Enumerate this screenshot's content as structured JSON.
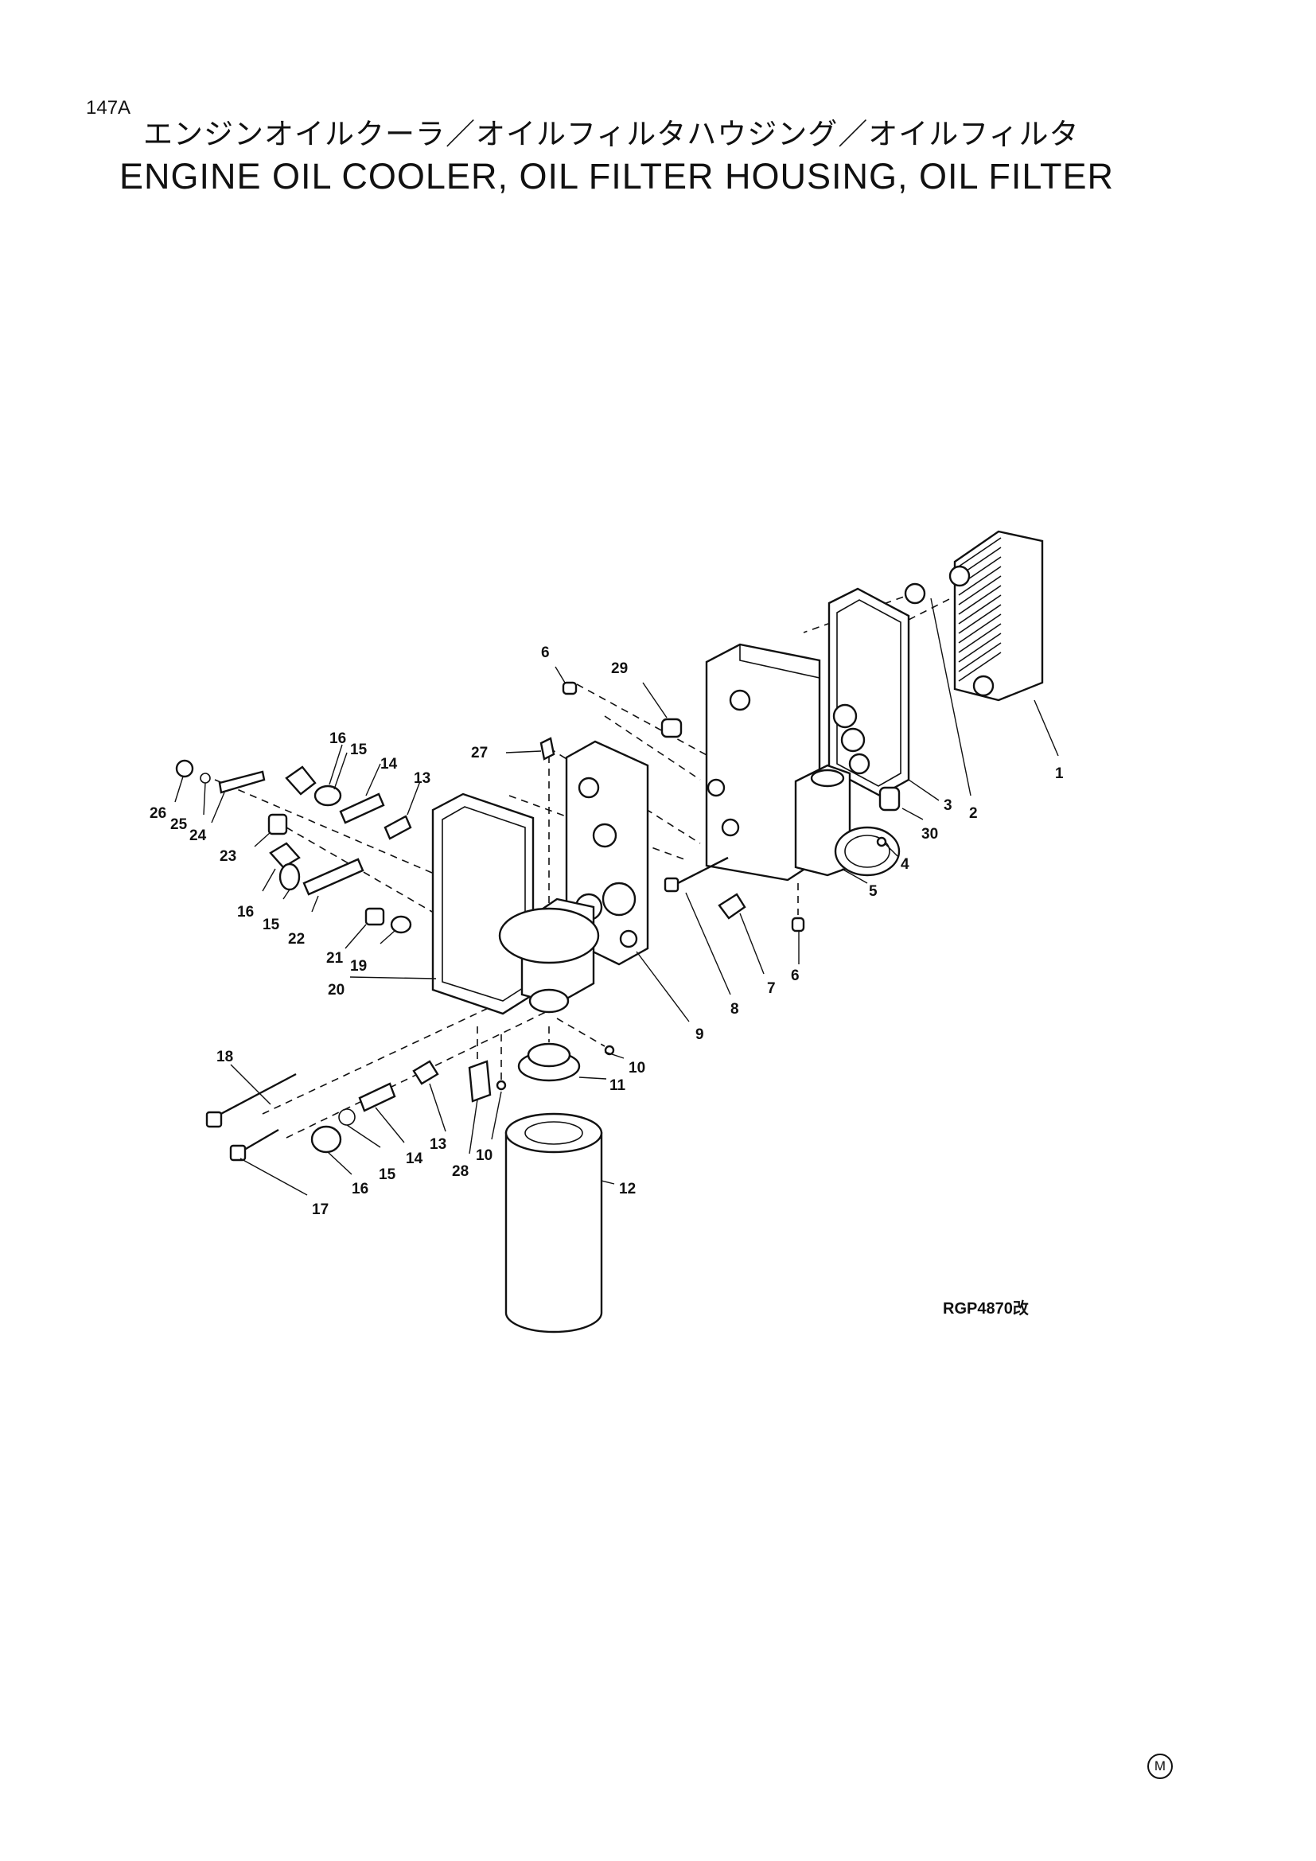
{
  "header": {
    "page_number": "147A",
    "title_jp": "エンジンオイルクーラ／オイルフィルタハウジング／オイルフィルタ",
    "title_en": "ENGINE OIL COOLER, OIL FILTER HOUSING, OIL FILTER"
  },
  "diagram": {
    "reference_code": "RGP4870改",
    "mark": "M",
    "callouts": [
      "1",
      "2",
      "3",
      "4",
      "5",
      "6",
      "29",
      "27",
      "16",
      "15",
      "14",
      "13",
      "26",
      "25",
      "24",
      "23",
      "16",
      "15",
      "22",
      "21",
      "19",
      "20",
      "30",
      "7",
      "6",
      "8",
      "9",
      "18",
      "10",
      "11",
      "17",
      "16",
      "15",
      "14",
      "13",
      "28",
      "10",
      "12"
    ]
  }
}
